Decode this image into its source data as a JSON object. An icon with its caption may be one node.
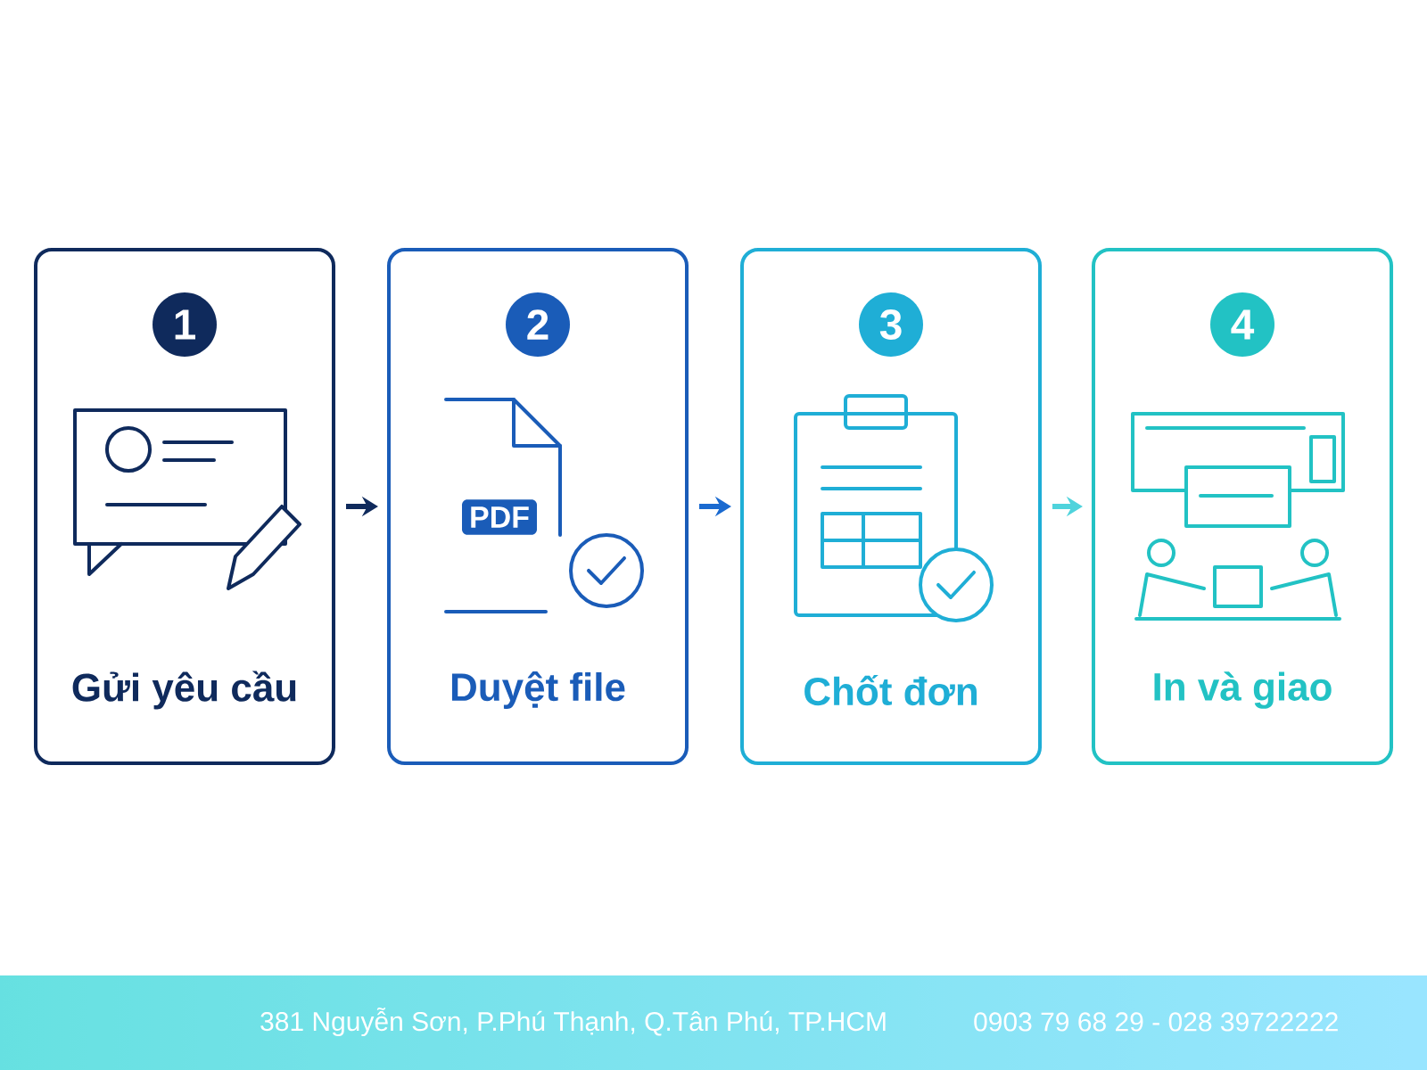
{
  "diagram": {
    "nodes": [
      {
        "text": [
          "1",
          "Gửi yêu cầu"
        ]
      },
      {
        "text": [
          "2",
          "PDF",
          "Duyệt file"
        ]
      },
      {
        "text": [
          "3",
          "Chốt đơn"
        ]
      },
      {
        "text": [
          "4",
          "In và giao"
        ]
      }
    ],
    "edges": [
      {
        "from": 0,
        "to": 1,
        "arrow": "to",
        "color": "#0f2a5c"
      },
      {
        "from": 1,
        "to": 2,
        "arrow": "to",
        "color": "#1a6ad0"
      },
      {
        "from": 2,
        "to": 3,
        "arrow": "to",
        "color": "#4fd3dc"
      }
    ],
    "labels": [
      "381 Nguyễn Sơn, P.Phú Thạnh, Q.Tân Phú, TP.HCM",
      "0903 79 68 29 - 028 39722222"
    ]
  }
}
